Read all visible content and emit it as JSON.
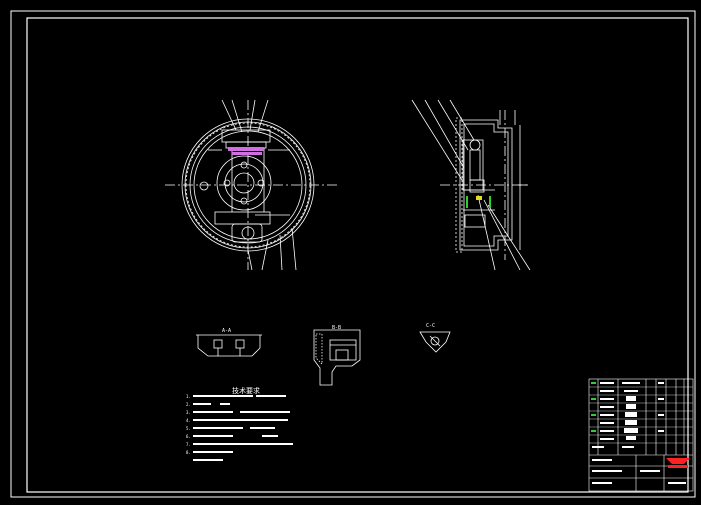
{
  "drawing": {
    "background": "#000000",
    "line_color": "#ffffff",
    "accent_colors": {
      "magenta": "#d070e0",
      "green": "#30d030",
      "yellow": "#e0e020",
      "red": "#ff2020",
      "cyan": "#40e0e0"
    }
  },
  "views": {
    "section_a_label": "A-A",
    "section_b_label": "B-B",
    "section_c_label": "C-C"
  },
  "notes": {
    "title": "技术要求",
    "lines": [
      "1.",
      "2.",
      "3.",
      "4.",
      "5.",
      "6.",
      "7.",
      "8."
    ]
  }
}
